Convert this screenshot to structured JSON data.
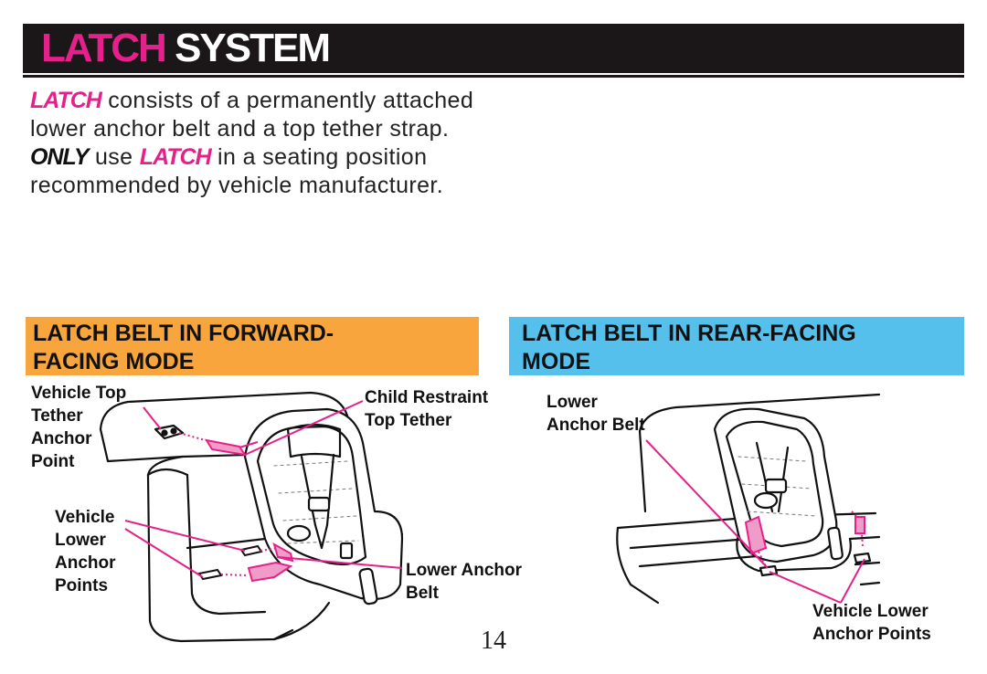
{
  "header": {
    "title_pink": "LATCH",
    "title_white": "SYSTEM"
  },
  "intro": {
    "p1_em": "LATCH",
    "p1_text": " consists of a permanently attached lower anchor belt and a top tether strap.",
    "p2_em1": "ONLY",
    "p2_text1": " use ",
    "p2_em2": "LATCH",
    "p2_text2": " in a seating position recommended by vehicle manufacturer."
  },
  "forward": {
    "banner_line1": "LATCH BELT IN FORWARD-",
    "banner_line2": "FACING MODE",
    "banner_color": "#f7a53c",
    "labels": {
      "top_tether_point": [
        "Vehicle Top",
        "Tether",
        "Anchor",
        "Point"
      ],
      "child_restraint_tether": [
        "Child Restraint",
        "Top Tether"
      ],
      "lower_anchor_points": [
        "Vehicle",
        "Lower",
        "Anchor",
        "Points"
      ],
      "lower_anchor_belt": [
        "Lower Anchor",
        "Belt"
      ]
    }
  },
  "rear": {
    "banner_line1": "LATCH BELT IN REAR-FACING",
    "banner_line2": "MODE",
    "banner_color": "#56c0ec",
    "labels": {
      "lower_anchor_belt": [
        "Lower",
        "Anchor Belt"
      ],
      "lower_anchor_points": [
        "Vehicle Lower",
        "Anchor Points"
      ]
    }
  },
  "accent_color": "#e6208a",
  "page_number": "14"
}
